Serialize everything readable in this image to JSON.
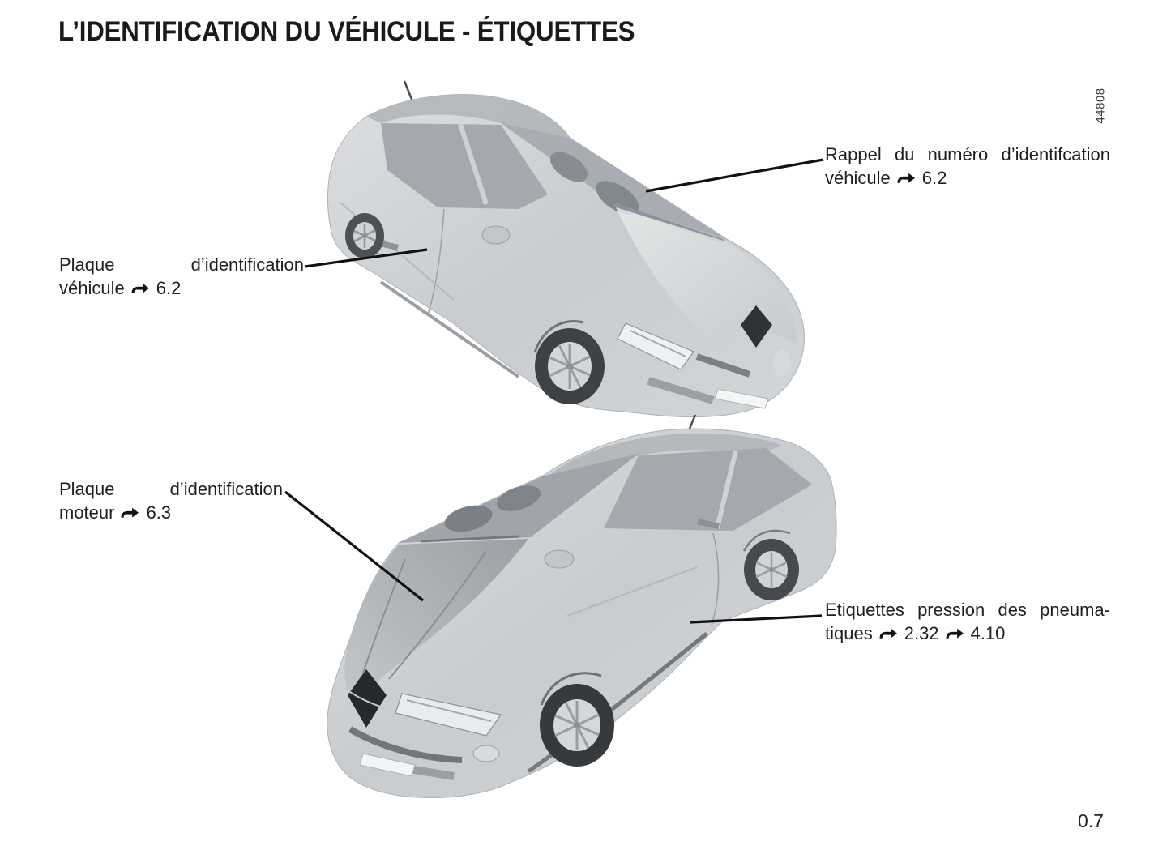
{
  "page": {
    "title": "L’IDENTIFICATION DU VÉHICULE - ÉTIQUETTES",
    "photo_id": "44808",
    "page_number": "0.7"
  },
  "callouts": {
    "vin_reminder": {
      "line1": "Rappel du numéro d’identifcation",
      "word": "véhicule",
      "ref": "6.2"
    },
    "vehicle_plate": {
      "line1": "Plaque d’identification",
      "word": "véhicule",
      "ref": "6.2"
    },
    "engine_plate": {
      "line1": "Plaque d’identification",
      "word": "moteur",
      "ref": "6.3"
    },
    "tyre_pressure": {
      "line1": "Etiquettes pression des pneuma-",
      "word": "tiques",
      "ref1": "2.32",
      "ref2": "4.10"
    }
  },
  "icons": {
    "ref_arrow": "black-right-arrow-with-hook",
    "top_illustration": "car-front-right-three-quarter-view",
    "bottom_illustration": "car-front-left-three-quarter-view"
  },
  "colors": {
    "text": "#1c1c1c",
    "leader_line": "#111111",
    "car_body_light": "#d3d6d8",
    "car_glass": "#a5abb0",
    "car_dark_detail": "#2f3236"
  }
}
